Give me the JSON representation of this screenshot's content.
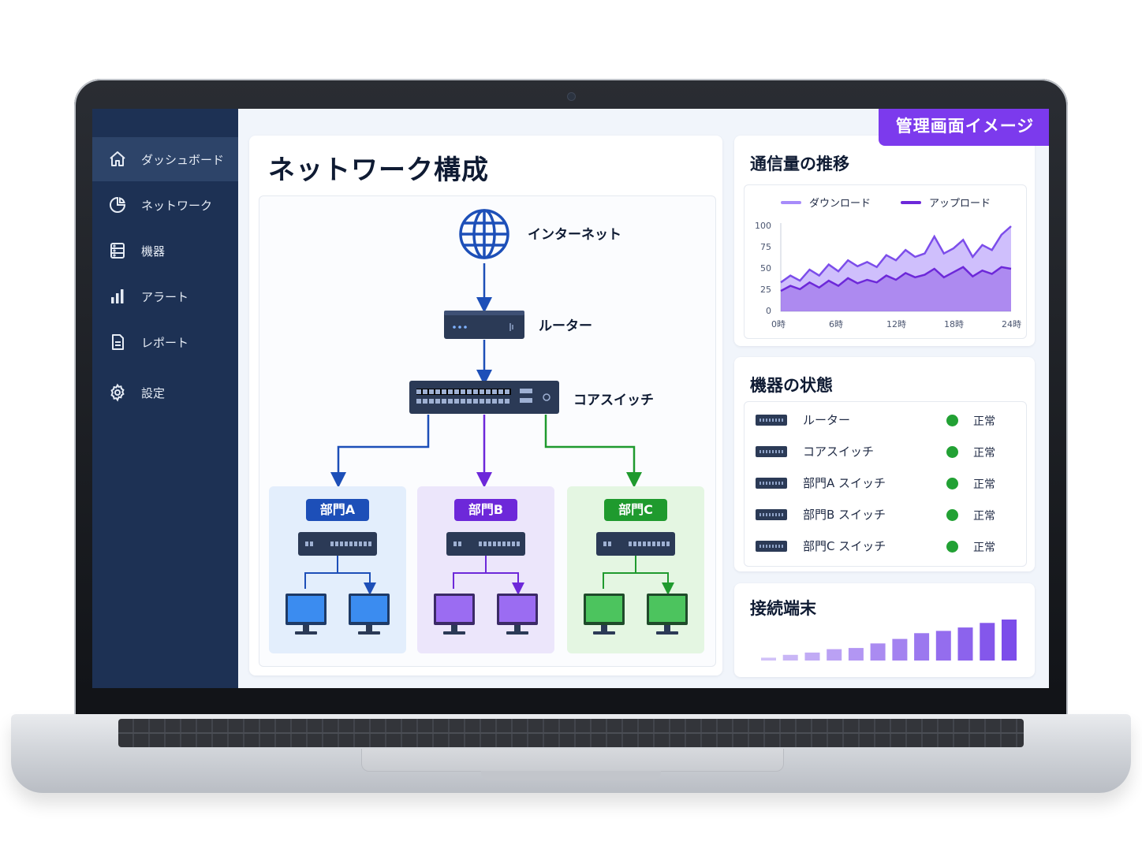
{
  "sidebar": {
    "items": [
      {
        "label": "ダッシュボード",
        "icon": "home-icon"
      },
      {
        "label": "ネットワーク",
        "icon": "pie-chart-icon"
      },
      {
        "label": "機器",
        "icon": "server-icon"
      },
      {
        "label": "アラート",
        "icon": "bar-chart-icon"
      },
      {
        "label": "レポート",
        "icon": "document-icon"
      },
      {
        "label": "設定",
        "icon": "gear-icon"
      }
    ]
  },
  "tag": "管理画面イメージ",
  "network": {
    "title": "ネットワーク構成",
    "internet": "インターネット",
    "router": "ルーター",
    "core_switch": "コアスイッチ",
    "departments": [
      {
        "name": "部門A",
        "color": "#1d4fb8"
      },
      {
        "name": "部門B",
        "color": "#6d28d9"
      },
      {
        "name": "部門C",
        "color": "#1f9a2e"
      }
    ]
  },
  "traffic": {
    "title": "通信量の推移",
    "legend_download": "ダウンロード",
    "legend_upload": "アップロード"
  },
  "chart_data": [
    {
      "type": "area",
      "x": [
        "0時",
        "",
        "6時",
        "",
        "12時",
        "",
        "18時",
        "",
        "24時"
      ],
      "ylim": [
        0,
        100
      ],
      "yticks": [
        0,
        25,
        50,
        75,
        100
      ],
      "series": [
        {
          "name": "ダウンロード",
          "color": "#a78bfa",
          "values": [
            34,
            42,
            36,
            49,
            42,
            55,
            47,
            60,
            53,
            58,
            52,
            66,
            60,
            72,
            64,
            68,
            88,
            68,
            74,
            84,
            64,
            78,
            72,
            90,
            100
          ]
        },
        {
          "name": "アップロード",
          "color": "#6d28d9",
          "values": [
            24,
            30,
            26,
            34,
            28,
            36,
            30,
            39,
            33,
            37,
            34,
            42,
            37,
            45,
            40,
            43,
            50,
            40,
            46,
            52,
            41,
            48,
            44,
            52,
            50
          ]
        }
      ]
    },
    {
      "type": "bar",
      "title": "接続端末",
      "values": [
        5,
        10,
        14,
        20,
        22,
        30,
        38,
        48,
        52,
        58,
        66,
        72
      ],
      "color": "#7c4dea"
    }
  ],
  "devices": {
    "title": "機器の状態",
    "rows": [
      {
        "name": "ルーター",
        "status": "正常"
      },
      {
        "name": "コアスイッチ",
        "status": "正常"
      },
      {
        "name": "部門A スイッチ",
        "status": "正常"
      },
      {
        "name": "部門B スイッチ",
        "status": "正常"
      },
      {
        "name": "部門C スイッチ",
        "status": "正常"
      }
    ]
  },
  "terminals": {
    "title": "接続端末"
  }
}
